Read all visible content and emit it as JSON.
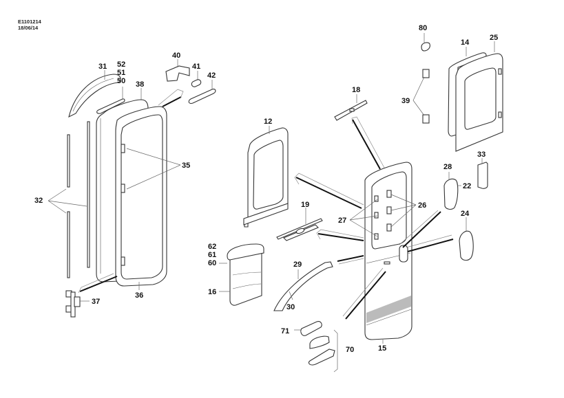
{
  "header": {
    "drawing_code": "E1101214",
    "date": "18/06/14"
  },
  "diagram": {
    "title": "Exploded parts diagram – refrigerator door assembly",
    "callouts": [
      {
        "id": "c12",
        "label": "12"
      },
      {
        "id": "c14",
        "label": "14"
      },
      {
        "id": "c15",
        "label": "15"
      },
      {
        "id": "c16",
        "label": "16"
      },
      {
        "id": "c18",
        "label": "18"
      },
      {
        "id": "c19",
        "label": "19"
      },
      {
        "id": "c22",
        "label": "22"
      },
      {
        "id": "c24",
        "label": "24"
      },
      {
        "id": "c25",
        "label": "25"
      },
      {
        "id": "c26",
        "label": "26"
      },
      {
        "id": "c27",
        "label": "27"
      },
      {
        "id": "c28",
        "label": "28"
      },
      {
        "id": "c29",
        "label": "29"
      },
      {
        "id": "c30",
        "label": "30"
      },
      {
        "id": "c31",
        "label": "31"
      },
      {
        "id": "c32",
        "label": "32"
      },
      {
        "id": "c33",
        "label": "33"
      },
      {
        "id": "c35",
        "label": "35"
      },
      {
        "id": "c36",
        "label": "36"
      },
      {
        "id": "c37",
        "label": "37"
      },
      {
        "id": "c38",
        "label": "38"
      },
      {
        "id": "c39",
        "label": "39"
      },
      {
        "id": "c40",
        "label": "40"
      },
      {
        "id": "c41",
        "label": "41"
      },
      {
        "id": "c42",
        "label": "42"
      },
      {
        "id": "c50",
        "label": "50"
      },
      {
        "id": "c51",
        "label": "51"
      },
      {
        "id": "c52",
        "label": "52"
      },
      {
        "id": "c60",
        "label": "60"
      },
      {
        "id": "c61",
        "label": "61"
      },
      {
        "id": "c62",
        "label": "62"
      },
      {
        "id": "c70",
        "label": "70"
      },
      {
        "id": "c71",
        "label": "71"
      },
      {
        "id": "c80",
        "label": "80"
      }
    ]
  }
}
